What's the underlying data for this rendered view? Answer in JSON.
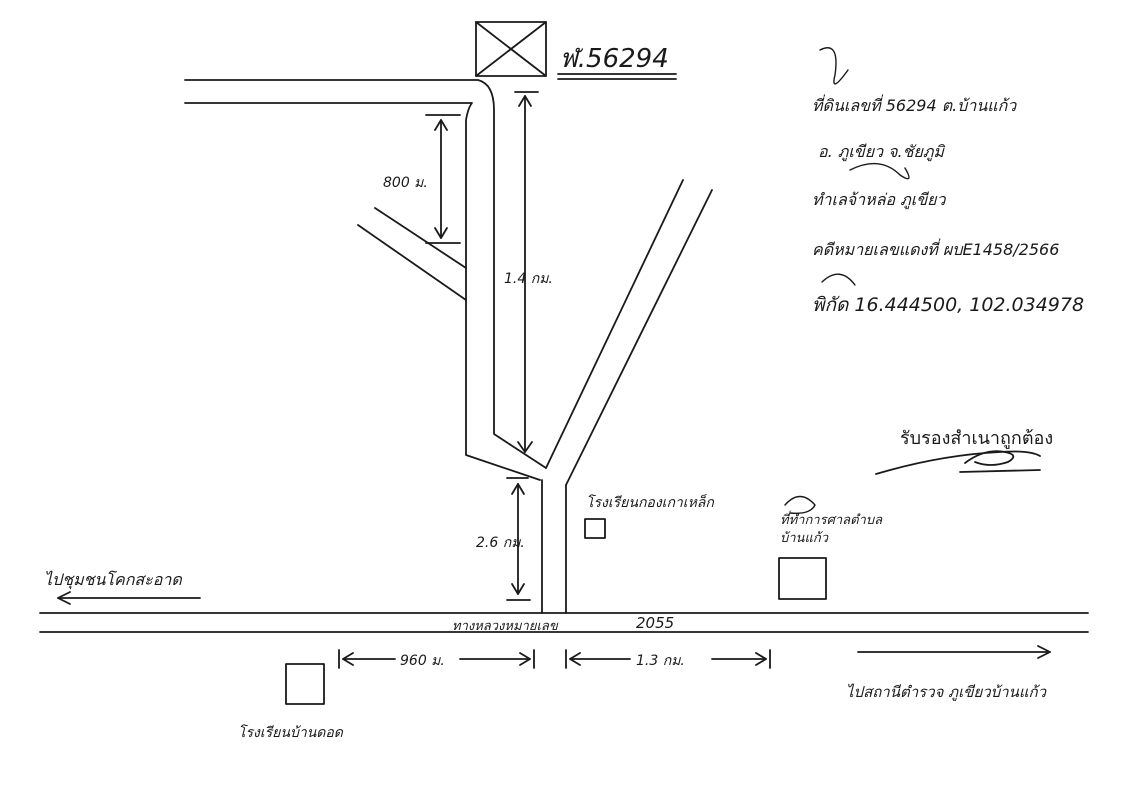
{
  "map": {
    "land_id": "ฬ.56294",
    "info": {
      "line1": "ที่ดินเลขที่ 56294 ต.บ้านแก้ว",
      "line2": "อ. ภูเขียว จ.ชัยภูมิ",
      "line3": "ทำเลจ้าหล่อ ภูเขียว",
      "line4": "คดีหมายเลขแดงที่ ผบE1458/2566",
      "line5": "พิกัด 16.444500, 102.034978"
    },
    "certification": "รับรองสำเนาถูกต้อง",
    "labels": {
      "dist_800": "800 ม.",
      "dist_1_4": "1.4 กม.",
      "dist_2_6": "2.6 กม.",
      "dist_960": "960 ม.",
      "dist_1_3": "1.3 กม.",
      "steel_school": "โรงเรียนกองเกาเหล็ก",
      "village_school": "โรงเรียนบ้านดอด",
      "court_office": "ที่ทำการศาลตำบลบ้านแก้ว",
      "to_west": "ไปชุมชนโคกสะอาด",
      "to_east": "ไปสถานีตำรวจ ภูเขียวบ้านแก้ว",
      "highway": "ทางหลวงหมายเลข",
      "highway_no": "2055"
    }
  }
}
